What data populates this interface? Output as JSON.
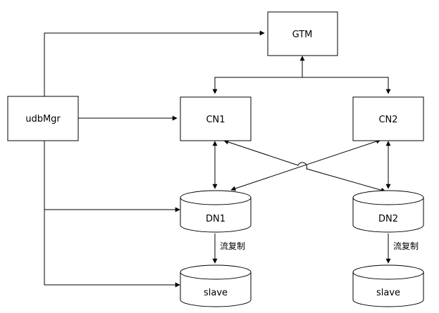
{
  "nodes": {
    "gtm": "GTM",
    "udbmgr": "udbMgr",
    "cn1": "CN1",
    "cn2": "CN2",
    "dn1": "DN1",
    "dn2": "DN2",
    "slave1": "slave",
    "slave2": "slave"
  },
  "edge_labels": {
    "dn1_to_slave": "流复制",
    "dn2_to_slave": "流复制"
  },
  "colors": {
    "stroke": "#000000",
    "fill": "#ffffff"
  }
}
